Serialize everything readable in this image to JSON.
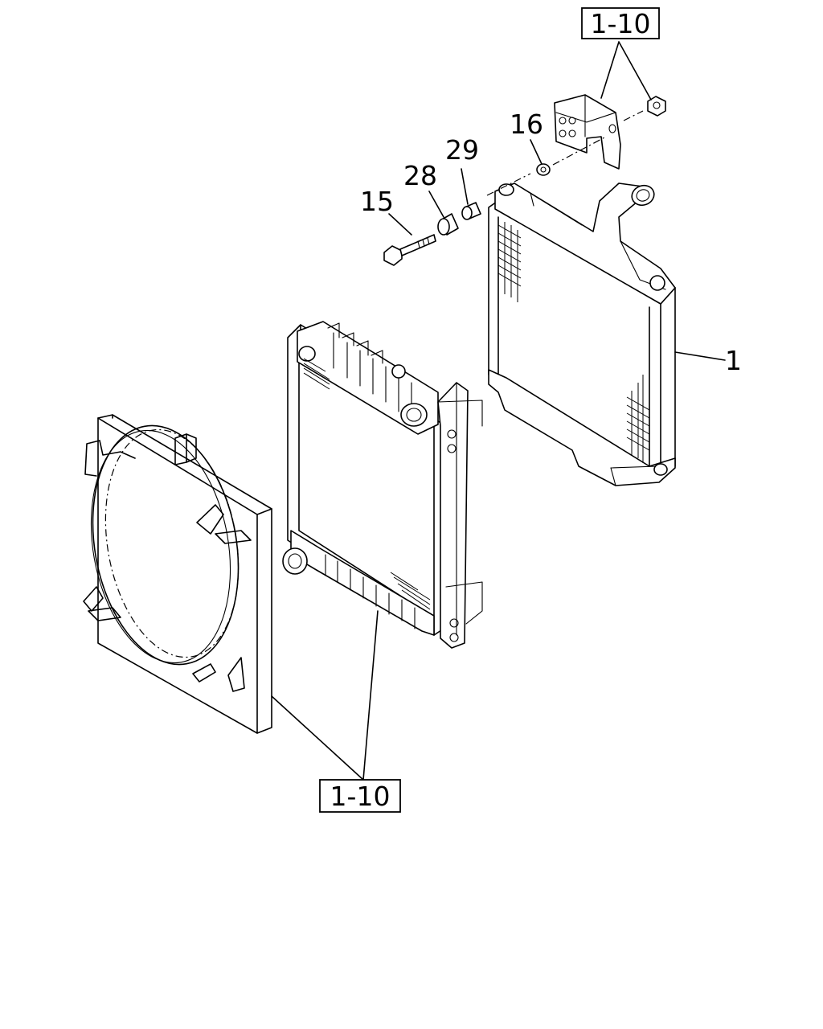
{
  "callouts": {
    "part_1": "1",
    "part_15": "15",
    "part_16": "16",
    "part_28": "28",
    "part_29": "29"
  },
  "references": {
    "top_box": "1-10",
    "bottom_box": "1-10"
  }
}
